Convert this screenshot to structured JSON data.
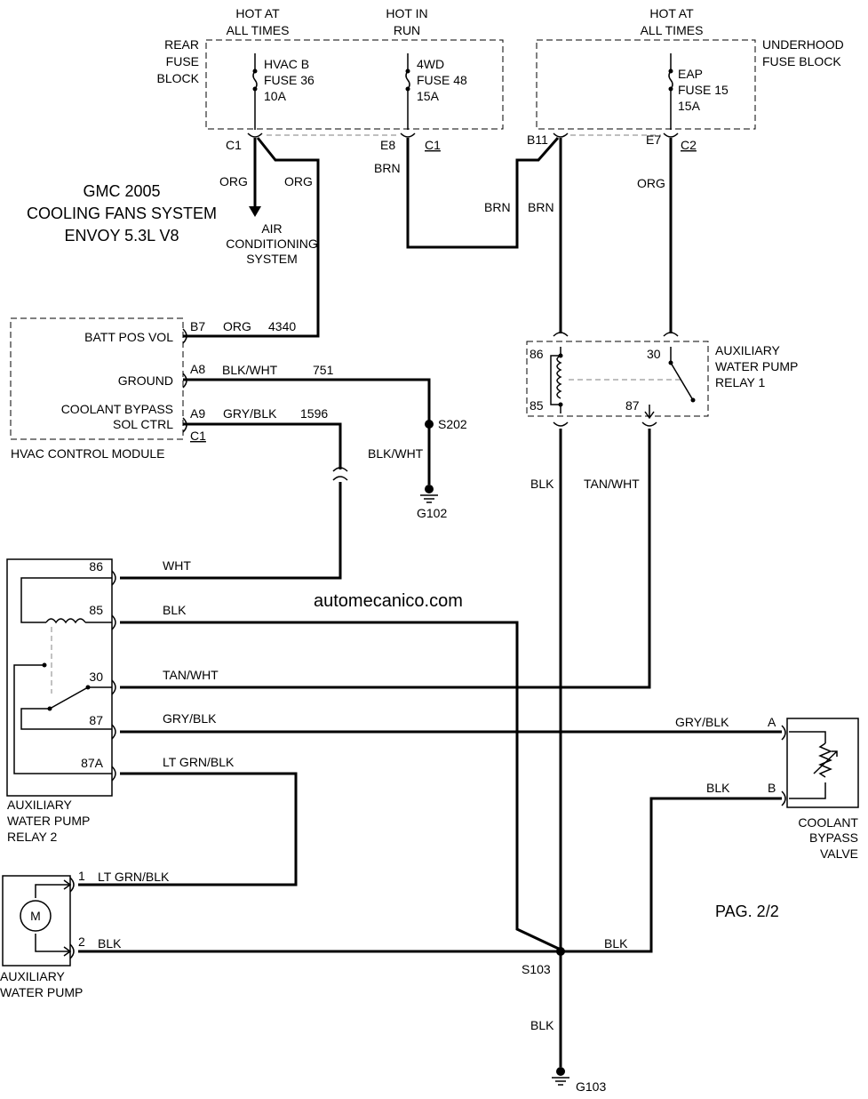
{
  "title": {
    "line1": "GMC 2005",
    "line2": "COOLING FANS SYSTEM",
    "line3": "ENVOY 5.3L V8"
  },
  "watermark": "automecanico.com",
  "page": "PAG. 2/2",
  "rear_fuse_block": {
    "label": [
      "REAR",
      "FUSE",
      "BLOCK"
    ],
    "hot_at_all_times": [
      "HOT AT",
      "ALL TIMES"
    ],
    "hot_in_run": [
      "HOT IN",
      "RUN"
    ],
    "fuse_hvac": [
      "HVAC B",
      "FUSE 36",
      "10A"
    ],
    "fuse_4wd": [
      "4WD",
      "FUSE 48",
      "15A"
    ],
    "conn_c1_left": "C1",
    "conn_e8": "E8",
    "conn_c1_right": "C1"
  },
  "underhood_fuse_block": {
    "label": [
      "UNDERHOOD",
      "FUSE BLOCK"
    ],
    "hot_at_all_times": [
      "HOT AT",
      "ALL TIMES"
    ],
    "fuse_eap": [
      "EAP",
      "FUSE 15",
      "15A"
    ],
    "conn_b11": "B11",
    "conn_e7": "E7",
    "conn_c2": "C2"
  },
  "ac_system": [
    "AIR",
    "CONDITIONING",
    "SYSTEM"
  ],
  "hvac_module": {
    "label": "HVAC CONTROL MODULE",
    "pins": {
      "batt_pos": "BATT POS VOL",
      "ground": "GROUND",
      "coolant1": "COOLANT BYPASS",
      "coolant2": "SOL CTRL"
    },
    "b7": "B7",
    "a8": "A8",
    "a9": "A9",
    "c1": "C1",
    "circuit_4340": "4340",
    "circuit_751": "751",
    "circuit_1596": "1596"
  },
  "splices": {
    "s202": "S202",
    "s103": "S103"
  },
  "grounds": {
    "g102": "G102",
    "g103": "G103"
  },
  "relay1": {
    "label": [
      "AUXILIARY",
      "WATER PUMP",
      "RELAY 1"
    ],
    "p86": "86",
    "p85": "85",
    "p30": "30",
    "p87": "87"
  },
  "relay2": {
    "label": [
      "AUXILIARY",
      "WATER PUMP",
      "RELAY 2"
    ],
    "p86": "86",
    "p85": "85",
    "p30": "30",
    "p87": "87",
    "p87a": "87A"
  },
  "pump": {
    "label": [
      "AUXILIARY",
      "WATER PUMP"
    ],
    "motor": "M",
    "p1": "1",
    "p2": "2"
  },
  "valve": {
    "label": [
      "COOLANT",
      "BYPASS",
      "VALVE"
    ],
    "pa": "A",
    "pb": "B"
  },
  "wires": {
    "org1": "ORG",
    "org2": "ORG",
    "org3": "ORG",
    "org4": "ORG",
    "brn1": "BRN",
    "brn2": "BRN",
    "brn3": "BRN",
    "blkwht1": "BLK/WHT",
    "blkwht2": "BLK/WHT",
    "grybl1": "GRY/BLK",
    "blk_r1": "BLK",
    "tanwht_r1": "TAN/WHT",
    "wht": "WHT",
    "blk_r2": "BLK",
    "tanwht_r2": "TAN/WHT",
    "grybl_r2": "GRY/BLK",
    "grybl_valve": "GRY/BLK",
    "ltgrnblk_r2": "LT GRN/BLK",
    "blk_valve": "BLK",
    "ltgrnblk_pump": "LT GRN/BLK",
    "blk_pump": "BLK",
    "blk_s103": "BLK",
    "blk_g103": "BLK"
  }
}
